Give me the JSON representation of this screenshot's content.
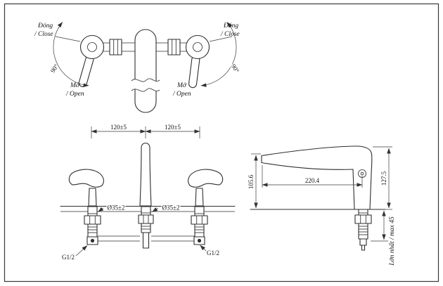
{
  "colors": {
    "line": "#2e2e2e",
    "background": "#ffffff"
  },
  "top_view": {
    "left_close_label": "Đóng",
    "left_close_sub": "/ Close",
    "right_close_label": "Đóng",
    "right_close_sub": "/ Close",
    "left_open_label": "Mở",
    "left_open_sub": "/ Open",
    "right_open_label": "Mở",
    "right_open_sub": "/ Open",
    "left_angle": "90°",
    "right_angle": "90°"
  },
  "front_view": {
    "dim_left": "120±5",
    "dim_right": "120±5",
    "hole_dia_left": "Ø35±2",
    "hole_dia_right": "Ø35±2",
    "thread_left": "G1/2",
    "thread_right": "G1/2"
  },
  "side_view": {
    "dim_spout_height": "105.6",
    "dim_reach": "220.4",
    "dim_total_height": "127.5",
    "dim_max_deck": "Lớn nhất / max 45"
  }
}
